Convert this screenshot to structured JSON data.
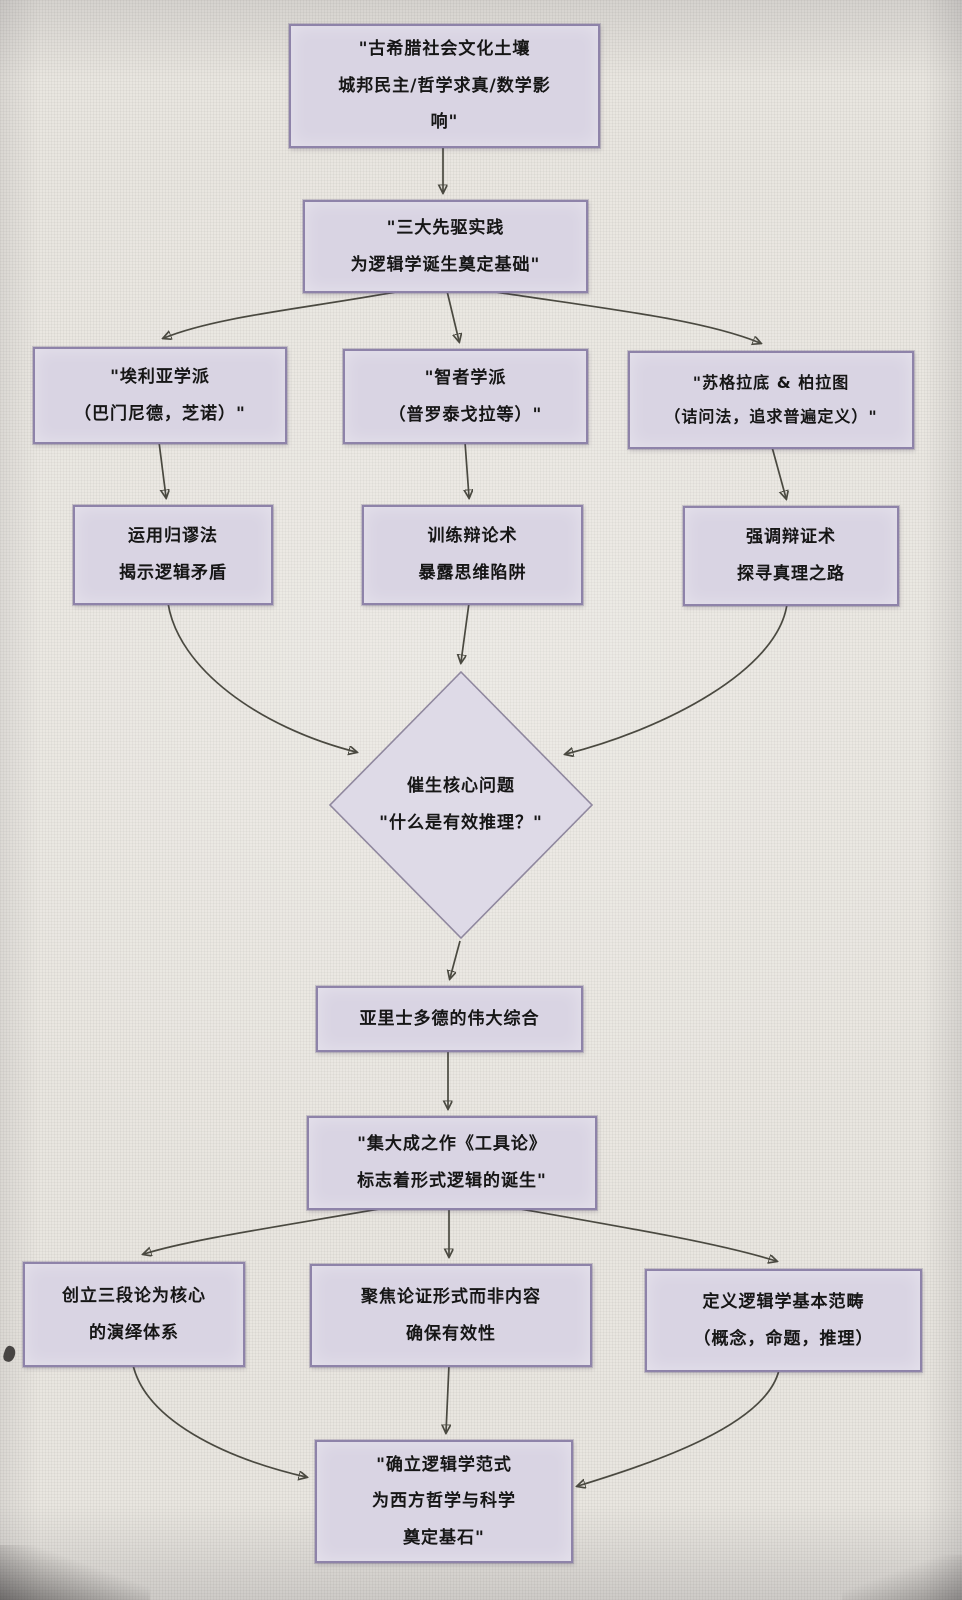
{
  "diagram": {
    "kind": "flowchart",
    "topic": "Birth of logic in ancient Greece and Aristotle's synthesis",
    "colors": {
      "background": "#e9e6e0",
      "node_fill": "#d9d4e3",
      "node_border": "#8e83a9",
      "diamond_fill": "#dedae7",
      "arrow": "#4a4940",
      "text": "#161616"
    },
    "nodes": {
      "origin": {
        "shape": "rect",
        "text": "\"古希腊社会文化土壤\n城邦民主/哲学求真/数学影\n响\""
      },
      "pioneers": {
        "shape": "rect",
        "text": "\"三大先驱实践\n为逻辑学诞生奠定基础\""
      },
      "eleatic": {
        "shape": "rect",
        "text": "\"埃利亚学派\n（巴门尼德，芝诺）\""
      },
      "sophists": {
        "shape": "rect",
        "text": "\"智者学派\n（普罗泰戈拉等）\""
      },
      "socrates": {
        "shape": "rect",
        "text": "\"苏格拉底 & 柏拉图\n（诘问法，追求普遍定义）\""
      },
      "reductio": {
        "shape": "rect",
        "text": "运用归谬法\n揭示逻辑矛盾"
      },
      "debate": {
        "shape": "rect",
        "text": "训练辩论术\n暴露思维陷阱"
      },
      "dialectic": {
        "shape": "rect",
        "text": "强调辩证术\n探寻真理之路"
      },
      "core_question": {
        "shape": "diamond",
        "text": "催生核心问题\n\"什么是有效推理？\""
      },
      "aristotle": {
        "shape": "rect",
        "text": "亚里士多德的伟大综合"
      },
      "organon": {
        "shape": "rect",
        "text": "\"集大成之作《工具论》\n标志着形式逻辑的诞生\""
      },
      "syllogism": {
        "shape": "rect",
        "text": "创立三段论为核心\n的演绎体系"
      },
      "form_focus": {
        "shape": "rect",
        "text": "聚焦论证形式而非内容\n确保有效性"
      },
      "categories": {
        "shape": "rect",
        "text": "定义逻辑学基本范畴\n（概念，命题，推理）"
      },
      "final": {
        "shape": "rect",
        "text": "\"确立逻辑学范式\n为西方哲学与科学\n奠定基石\""
      }
    },
    "edges": [
      {
        "from": "origin",
        "to": "pioneers"
      },
      {
        "from": "pioneers",
        "to": "eleatic"
      },
      {
        "from": "pioneers",
        "to": "sophists"
      },
      {
        "from": "pioneers",
        "to": "socrates"
      },
      {
        "from": "eleatic",
        "to": "reductio"
      },
      {
        "from": "sophists",
        "to": "debate"
      },
      {
        "from": "socrates",
        "to": "dialectic"
      },
      {
        "from": "reductio",
        "to": "core_question"
      },
      {
        "from": "debate",
        "to": "core_question"
      },
      {
        "from": "dialectic",
        "to": "core_question"
      },
      {
        "from": "core_question",
        "to": "aristotle"
      },
      {
        "from": "aristotle",
        "to": "organon"
      },
      {
        "from": "organon",
        "to": "syllogism"
      },
      {
        "from": "organon",
        "to": "form_focus"
      },
      {
        "from": "organon",
        "to": "categories"
      },
      {
        "from": "syllogism",
        "to": "final"
      },
      {
        "from": "form_focus",
        "to": "final"
      },
      {
        "from": "categories",
        "to": "final"
      }
    ]
  }
}
